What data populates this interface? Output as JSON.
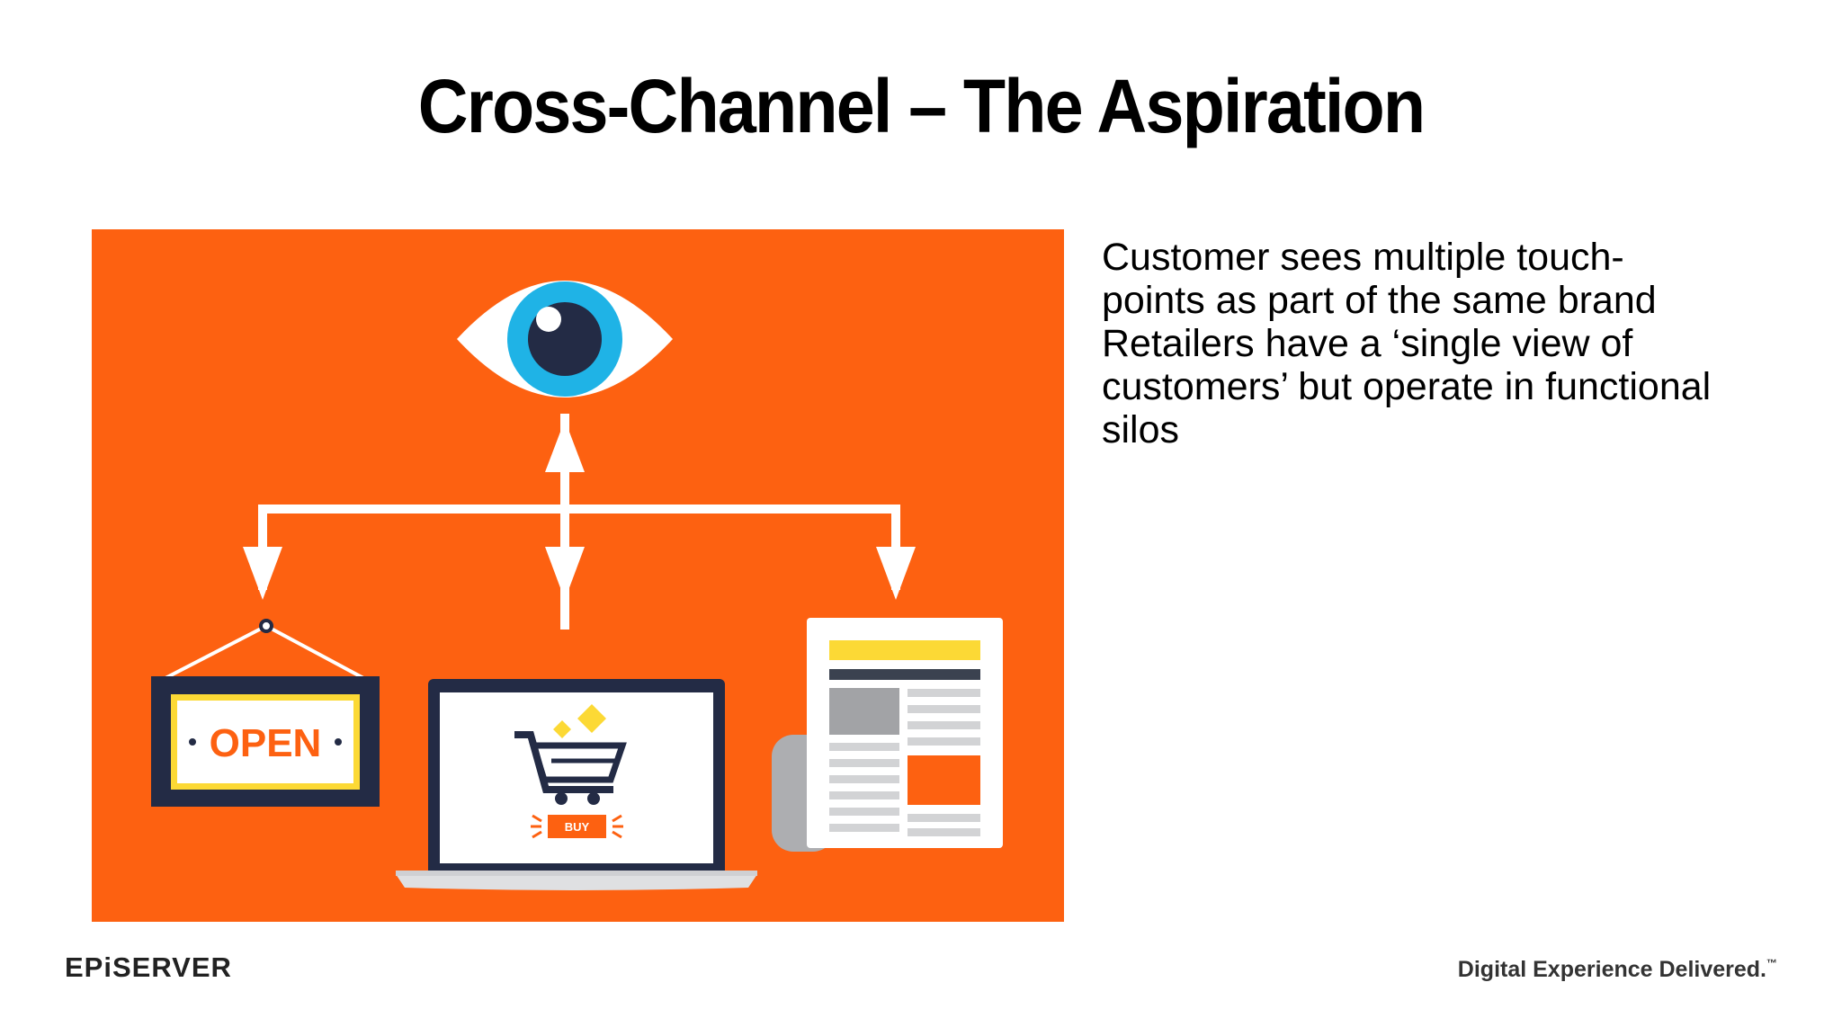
{
  "slide": {
    "title": "Cross-Channel – The Aspiration",
    "body_lines": [
      "Customer sees multiple touch-",
      "points as part of the same brand",
      "Retailers have a ‘single view of",
      "customers’ but operate in functional",
      "silos"
    ]
  },
  "illustration": {
    "background_color": "#fd6111",
    "icons": [
      "eye-icon",
      "shop-sign-icon",
      "laptop-icon",
      "shopping-cart-icon",
      "newspaper-icon"
    ],
    "sign_text": "OPEN",
    "buy_label": "BUY"
  },
  "footer": {
    "logo": "EPiSERVER",
    "tagline": "Digital Experience Delivered.",
    "tagline_mark": "™"
  }
}
